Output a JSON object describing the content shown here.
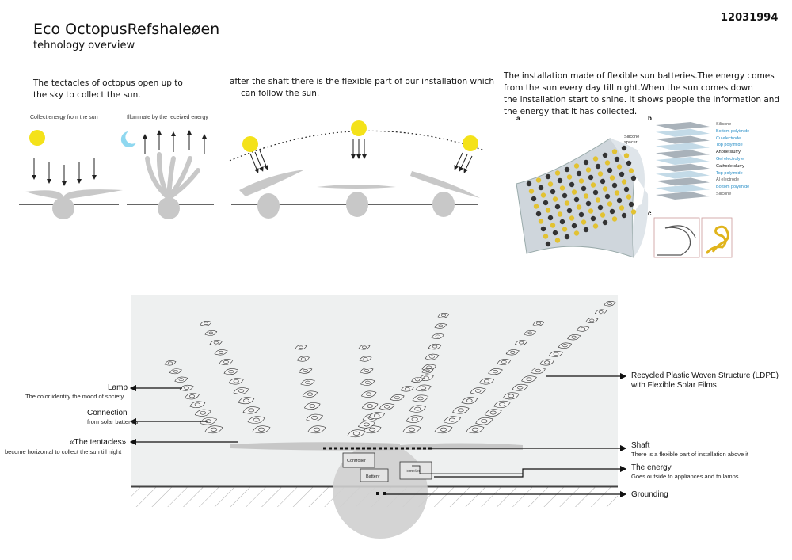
{
  "header": {
    "title": "Eco OctopusRefshaleøen",
    "subtitle": "tehnology overview",
    "code": "12031994"
  },
  "panel1": {
    "text_line1": "The tectacles of octopus open up to",
    "text_line2": "the sky to collect the sun.",
    "caption_left": "Collect energy from the sun",
    "caption_right": "Illuminate by the received energy"
  },
  "panel2": {
    "text_line1": "after the shaft there is the flexible part of our installation which",
    "text_line2": "can  follow the sun."
  },
  "panel3": {
    "text_line1": "The installation made of flexible sun batteries.The energy comes",
    "text_line2": "from the sun every day till night.When the sun comes down",
    "text_line3": "the installation start to shine. It shows people the information and",
    "text_line4": "the energy that it has collected.",
    "fig_a": "a",
    "fig_b": "b",
    "fig_c": "c",
    "spacer_label1": "Silicone",
    "spacer_label2": "spacer",
    "layers": [
      {
        "label": "Silicone",
        "color": "#555555"
      },
      {
        "label": "Bottom polyimide",
        "color": "#2a8fc7"
      },
      {
        "label": "Cu electrode",
        "color": "#2a8fc7"
      },
      {
        "label": "Top polyimide",
        "color": "#2a8fc7"
      },
      {
        "label": "Anode slurry",
        "color": "#111111"
      },
      {
        "label": "Gel electrolyte",
        "color": "#2a8fc7"
      },
      {
        "label": "Cathode slurry",
        "color": "#111111"
      },
      {
        "label": "Top polyimide",
        "color": "#2a8fc7"
      },
      {
        "label": "Al electrode",
        "color": "#555555"
      },
      {
        "label": "Bottom polyimide",
        "color": "#2a8fc7"
      },
      {
        "label": "Silicone",
        "color": "#555555"
      }
    ]
  },
  "section": {
    "lamp": "Lamp",
    "lamp_sub": "The color identify the mood of society",
    "connection": "Connection",
    "connection_sub": "from solar batteries",
    "tentacles": "«The tentacles»",
    "tentacles_sub": "become horizontal to collect the sun till night",
    "recycled_line1": "Recycled Plastic Woven Structure (LDPE)",
    "recycled_line2": "with Flexible Solar Films",
    "shaft": "Shaft",
    "shaft_sub": "There is a flexible part of installation above it",
    "energy": "The energy",
    "energy_sub": "Goes outside to appliances and to lamps",
    "grounding": "Grounding",
    "controller": "Controller",
    "battery": "Battery",
    "inverter": "Inverter"
  },
  "colors": {
    "sun": "#f4e21a",
    "moon": "#8fd8f0",
    "shape": "#c8c8c8",
    "section_bg": "#eef0f0"
  }
}
